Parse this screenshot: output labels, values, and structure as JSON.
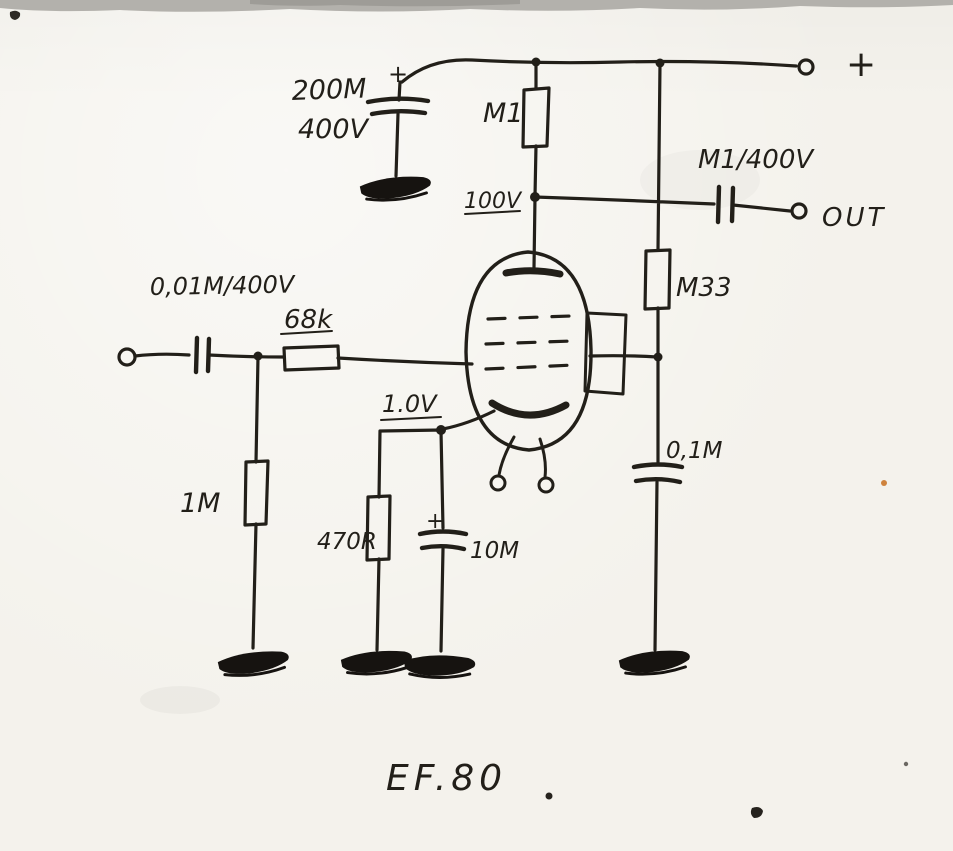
{
  "schematic": {
    "supply_plus": "+",
    "decoupling_cap": {
      "value": "200M",
      "voltage": "400V",
      "polarity": "+"
    },
    "anode": {
      "resistor": "M1",
      "node_voltage": "100V"
    },
    "output": {
      "cap": "M1/400V",
      "terminal": "OUT"
    },
    "screen": {
      "resistor": "M33",
      "bypass_cap": "0,1M"
    },
    "input": {
      "cap": "0,01M/400V",
      "grid_resistor": "68k",
      "grid_leak": "1M"
    },
    "cathode": {
      "voltage": "1.0V",
      "resistor": "470R",
      "cap": "10M",
      "cap_polarity": "+"
    },
    "tube": "EF.80"
  }
}
